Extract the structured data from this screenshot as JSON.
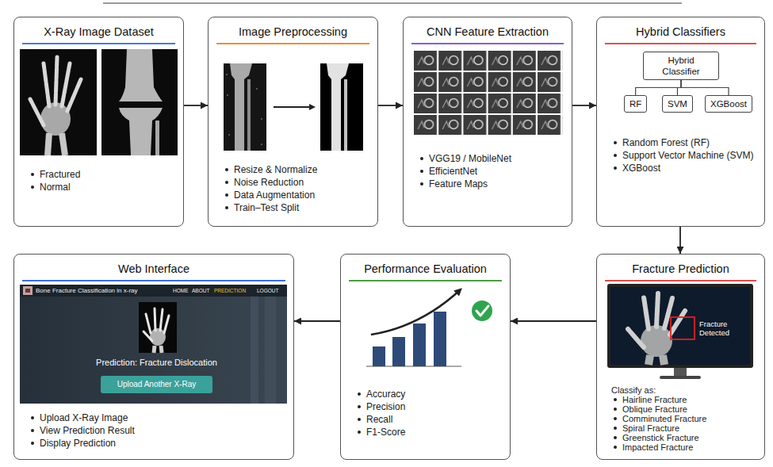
{
  "diagram": {
    "nodes": [
      {
        "text": [
          "X-Ray Image Dataset",
          "Fractured",
          "Normal"
        ]
      },
      {
        "text": [
          "Image Preprocessing",
          "Resize & Normalize",
          "Noise Reduction",
          "Data Augmentation",
          "Train–Test Split"
        ]
      },
      {
        "text": [
          "CNN Feature Extraction",
          "VGG19 / MobileNet",
          "EfficientNet",
          "Feature Maps"
        ]
      },
      {
        "text": [
          "Hybrid Classifiers",
          "Random Forest (RF)",
          "Support Vector Machine (SVM)",
          "XGBoost"
        ]
      },
      {
        "text": [
          "Hybrid Classifier"
        ],
        "in": 3
      },
      {
        "text": [
          "RF"
        ],
        "in": 3
      },
      {
        "text": [
          "SVM"
        ],
        "in": 3
      },
      {
        "text": [
          "XGBoost"
        ],
        "in": 3
      },
      {
        "text": [
          "Web Interface",
          "Upload X-Ray Image",
          "View Prediction Result",
          "Display Prediction"
        ]
      },
      {
        "text": [
          "Performance Evaluation",
          "Accuracy",
          "Precision",
          "Recall",
          "F1-Score"
        ]
      },
      {
        "text": [
          "Fracture Prediction",
          "Classify as:",
          "Hairline Fracture",
          "Oblique Fracture",
          "Comminuted Fracture",
          "Spiral Fracture",
          "Greenstick Fracture",
          "Impacted Fracture"
        ]
      }
    ],
    "edges": [
      {
        "from": 0,
        "to": 1,
        "arrow": "to"
      },
      {
        "from": 1,
        "to": 2,
        "arrow": "to"
      },
      {
        "from": 2,
        "to": 3,
        "arrow": "to"
      },
      {
        "from": 3,
        "to": 10,
        "arrow": "to"
      },
      {
        "from": 10,
        "to": 9,
        "arrow": "to"
      },
      {
        "from": 9,
        "to": 8,
        "arrow": "to"
      },
      {
        "from": 4,
        "to": 5,
        "arrow": "none"
      },
      {
        "from": 4,
        "to": 6,
        "arrow": "none"
      },
      {
        "from": 4,
        "to": 7,
        "arrow": "none"
      }
    ],
    "labels": [
      "Fracture Detected",
      "Bone Fracture Classification in x-ray",
      "HOME",
      "ABOUT",
      "PREDICTION",
      "LOGOUT",
      "Prediction: Fracture Dislocation",
      "Upload Another X-Ray"
    ]
  }
}
